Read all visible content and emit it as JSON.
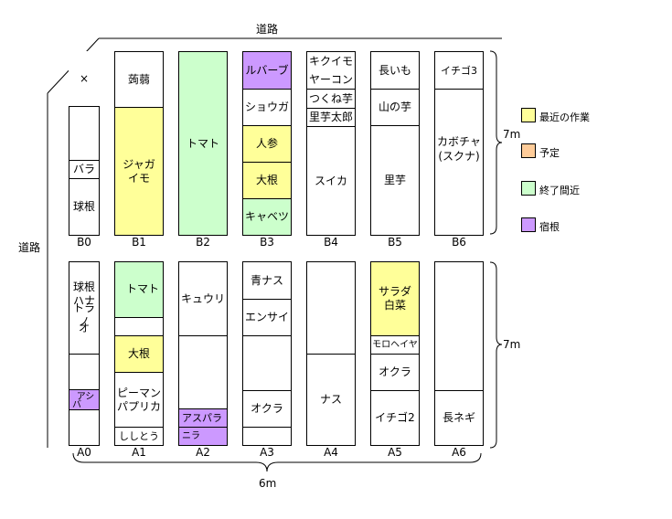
{
  "roads": {
    "top": "道路",
    "left": "道路"
  },
  "dimensions": {
    "upper_height": "7m",
    "lower_height": "7m",
    "width": "6m"
  },
  "legend": {
    "recent": "最近の作業",
    "planned": "予定",
    "ending": "終了間近",
    "perennial": "宿根",
    "colors": {
      "recent": "#ffff99",
      "planned": "#ffcc99",
      "ending": "#ccffcc",
      "perennial": "#cc99ff"
    }
  },
  "beds": {
    "B0": {
      "name": "B0",
      "c1": "×",
      "c2": "バラ",
      "c3": "球根"
    },
    "B1": {
      "name": "B1",
      "c1": "蒟蒻",
      "c2": "ジャガイモ"
    },
    "B2": {
      "name": "B2",
      "c1": "トマト"
    },
    "B3": {
      "name": "B3",
      "c1": "ルバーブ",
      "c2": "ショウガ",
      "c3": "人参",
      "c4": "大根",
      "c5": "キャベツ"
    },
    "B4": {
      "name": "B4",
      "c1": "キクイモ",
      "c2": "ヤーコン",
      "c3": "つくね芋",
      "c4": "里芋太郎",
      "c5": "スイカ"
    },
    "B5": {
      "name": "B5",
      "c1": "長いも",
      "c2": "山の芋",
      "c3": "里芋"
    },
    "B6": {
      "name": "B6",
      "c1": "イチゴ3",
      "c2": "カボチャ",
      "c3": "(スクナ)"
    },
    "A0": {
      "name": "A0",
      "c1a": "球根",
      "c1b": "ハナ",
      "c1c": "トラノ",
      "c1d": "オ",
      "c2": "アシタ",
      "c3": "バ"
    },
    "A1": {
      "name": "A1",
      "c1": "トマト",
      "c2": "大根",
      "c3": "ピーマン",
      "c4": "パプリカ",
      "c5": "ししとう"
    },
    "A2": {
      "name": "A2",
      "c1": "キュウリ",
      "c2": "アスパラ",
      "c3": "ニラ"
    },
    "A3": {
      "name": "A3",
      "c1": "青ナス",
      "c2": "エンサイ",
      "c3": "オクラ"
    },
    "A4": {
      "name": "A4",
      "c1": "ナス"
    },
    "A5": {
      "name": "A5",
      "c1": "サラダ",
      "c2": "白菜",
      "c3": "モロヘイヤ",
      "c4": "オクラ",
      "c5": "イチゴ2"
    },
    "A6": {
      "name": "A6",
      "c1": "長ネギ"
    }
  }
}
